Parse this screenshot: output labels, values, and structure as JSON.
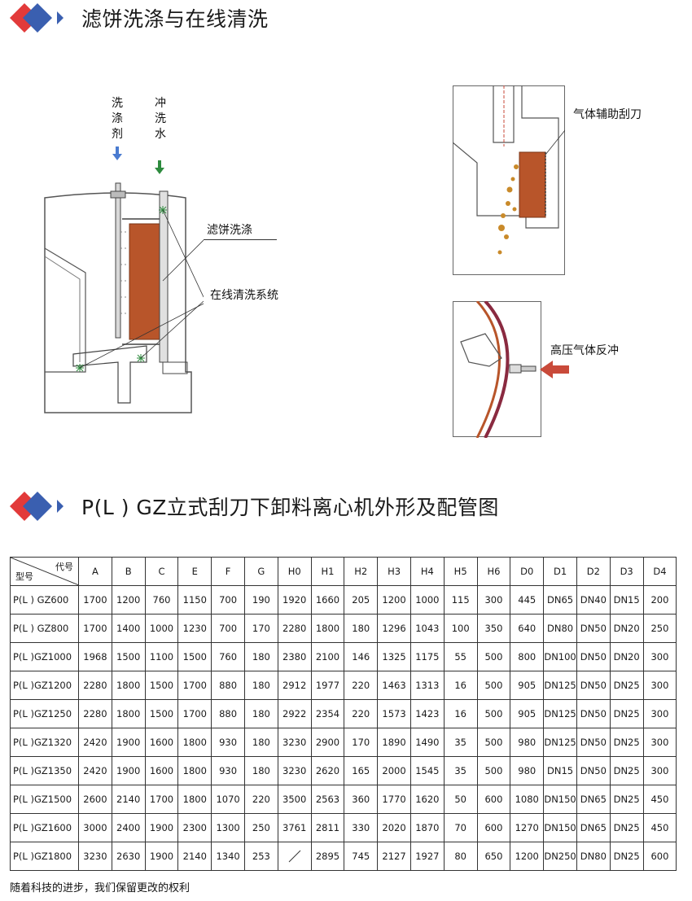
{
  "section1": {
    "title": "滤饼洗涤与在线清洗"
  },
  "diagram1": {
    "label_detergent": "洗涤剂",
    "label_flush_water": "冲洗水",
    "label_cake_washing": "滤饼洗涤",
    "label_online_cleaning": "在线清洗系统"
  },
  "diagram2": {
    "label_gas_scraper": "气体辅助刮刀"
  },
  "diagram3": {
    "label_backflush": "高压气体反冲"
  },
  "section2": {
    "title": "P(L ) GZ立式刮刀下卸料离心机外形及配管图"
  },
  "table": {
    "corner_top": "代号",
    "corner_bottom": "型号",
    "columns": [
      "A",
      "B",
      "C",
      "E",
      "F",
      "G",
      "H0",
      "H1",
      "H2",
      "H3",
      "H4",
      "H5",
      "H6",
      "D0",
      "D1",
      "D2",
      "D3",
      "D4"
    ],
    "rows": [
      {
        "model": "P(L ) GZ600",
        "values": [
          "1700",
          "1200",
          "760",
          "1150",
          "700",
          "190",
          "1920",
          "1660",
          "205",
          "1200",
          "1000",
          "115",
          "300",
          "445",
          "DN65",
          "DN40",
          "DN15",
          "200"
        ]
      },
      {
        "model": "P(L ) GZ800",
        "values": [
          "1700",
          "1400",
          "1000",
          "1230",
          "700",
          "170",
          "2280",
          "1800",
          "180",
          "1296",
          "1043",
          "100",
          "350",
          "640",
          "DN80",
          "DN50",
          "DN20",
          "250"
        ]
      },
      {
        "model": "P(L )GZ1000",
        "values": [
          "1968",
          "1500",
          "1100",
          "1500",
          "760",
          "180",
          "2380",
          "2100",
          "146",
          "1325",
          "1175",
          "55",
          "500",
          "800",
          "DN100",
          "DN50",
          "DN20",
          "300"
        ]
      },
      {
        "model": "P(L )GZ1200",
        "values": [
          "2280",
          "1800",
          "1500",
          "1700",
          "880",
          "180",
          "2912",
          "1977",
          "220",
          "1463",
          "1313",
          "16",
          "500",
          "905",
          "DN125",
          "DN50",
          "DN25",
          "300"
        ]
      },
      {
        "model": "P(L )GZ1250",
        "values": [
          "2280",
          "1800",
          "1500",
          "1700",
          "880",
          "180",
          "2922",
          "2354",
          "220",
          "1573",
          "1423",
          "16",
          "500",
          "905",
          "DN125",
          "DN50",
          "DN25",
          "300"
        ]
      },
      {
        "model": "P(L )GZ1320",
        "values": [
          "2420",
          "1900",
          "1600",
          "1800",
          "930",
          "180",
          "3230",
          "2900",
          "170",
          "1890",
          "1490",
          "35",
          "500",
          "980",
          "DN125",
          "DN50",
          "DN25",
          "300"
        ]
      },
      {
        "model": "P(L )GZ1350",
        "values": [
          "2420",
          "1900",
          "1600",
          "1800",
          "930",
          "180",
          "3230",
          "2620",
          "165",
          "2000",
          "1545",
          "35",
          "500",
          "980",
          "DN15",
          "DN50",
          "DN25",
          "300"
        ]
      },
      {
        "model": "P(L )GZ1500",
        "values": [
          "2600",
          "2140",
          "1700",
          "1800",
          "1070",
          "220",
          "3500",
          "2563",
          "360",
          "1770",
          "1620",
          "50",
          "600",
          "1080",
          "DN150",
          "DN65",
          "DN25",
          "450"
        ]
      },
      {
        "model": "P(L )GZ1600",
        "values": [
          "3000",
          "2400",
          "1900",
          "2300",
          "1300",
          "250",
          "3761",
          "2811",
          "330",
          "2020",
          "1870",
          "70",
          "600",
          "1270",
          "DN150",
          "DN65",
          "DN25",
          "450"
        ]
      },
      {
        "model": "P(L )GZ1800",
        "values": [
          "3230",
          "2630",
          "1900",
          "2140",
          "1340",
          "253",
          "",
          "2895",
          "745",
          "2127",
          "1927",
          "80",
          "650",
          "1200",
          "DN250",
          "DN80",
          "DN25",
          "600"
        ]
      }
    ]
  },
  "footer": {
    "text": "随着科技的进步，我们保留更改的权利"
  },
  "colors": {
    "logo_red": "#e23a3a",
    "logo_blue": "#3a5fb0",
    "cake_brown": "#b8552a",
    "arrow_blue": "#4a7bd0",
    "arrow_green": "#2e8b3e",
    "arrow_red": "#c94a3a"
  }
}
